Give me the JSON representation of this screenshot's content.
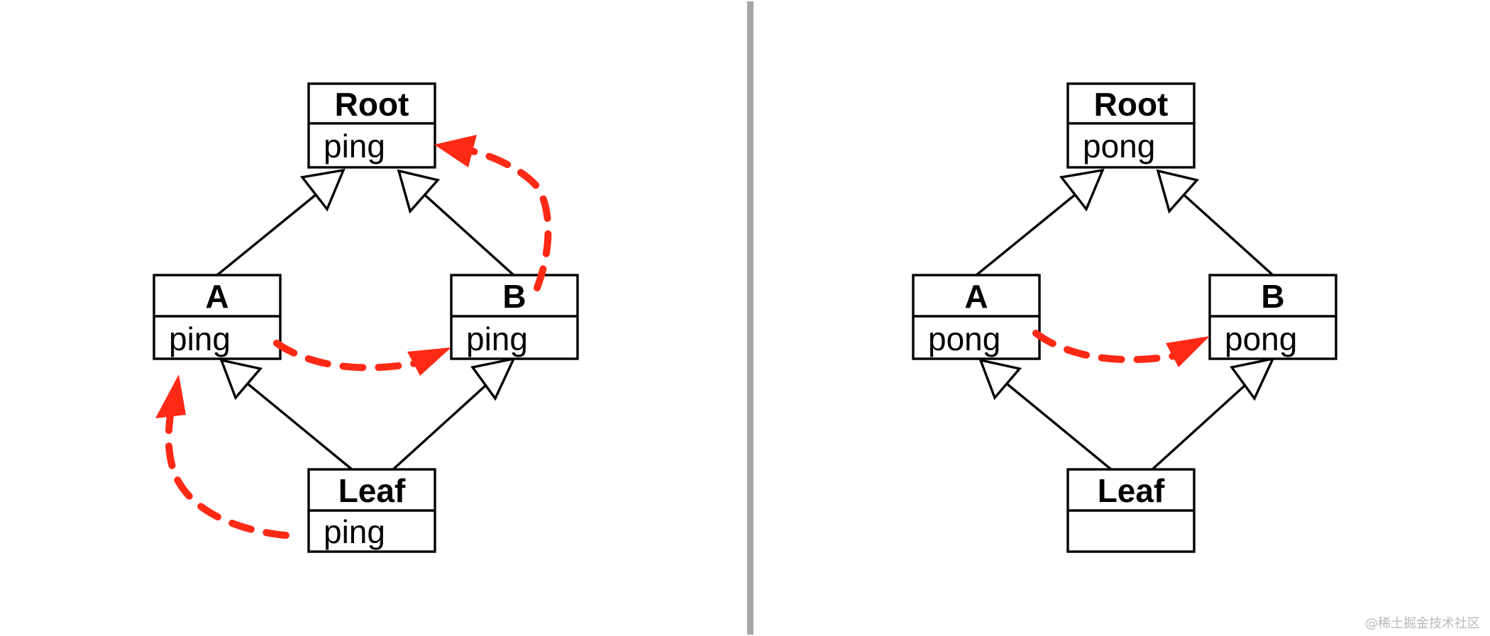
{
  "colors": {
    "flow": "#ff2a16",
    "separator": "#a6a6a6",
    "line": "#000000"
  },
  "watermark": "@稀土掘金技术社区",
  "panels": [
    {
      "id": "left",
      "boxes": {
        "root": {
          "title": "Root",
          "method": "ping"
        },
        "a": {
          "title": "A",
          "method": "ping"
        },
        "b": {
          "title": "B",
          "method": "ping"
        },
        "leaf": {
          "title": "Leaf",
          "method": "ping"
        }
      }
    },
    {
      "id": "right",
      "boxes": {
        "root": {
          "title": "Root",
          "method": "pong"
        },
        "a": {
          "title": "A",
          "method": "pong"
        },
        "b": {
          "title": "B",
          "method": "pong"
        },
        "leaf": {
          "title": "Leaf",
          "method": ""
        }
      }
    }
  ]
}
